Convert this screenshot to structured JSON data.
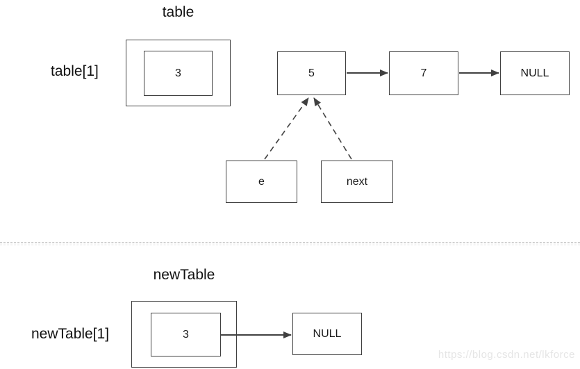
{
  "top": {
    "title": "table",
    "bucket_label": "table[1]",
    "bucket_value": "3",
    "nodes": [
      "5",
      "7",
      "NULL"
    ],
    "pointers": [
      "e",
      "next"
    ]
  },
  "bottom": {
    "title": "newTable",
    "bucket_label": "newTable[1]",
    "bucket_value": "3",
    "nodes": [
      "NULL"
    ]
  },
  "watermark": {
    "text": "https://blog.csdn.net/lkforce"
  },
  "colors": {
    "line": "#404040",
    "box_border": "#404040",
    "divider": "#9a9a9a",
    "watermark": "#e5e5e5"
  }
}
